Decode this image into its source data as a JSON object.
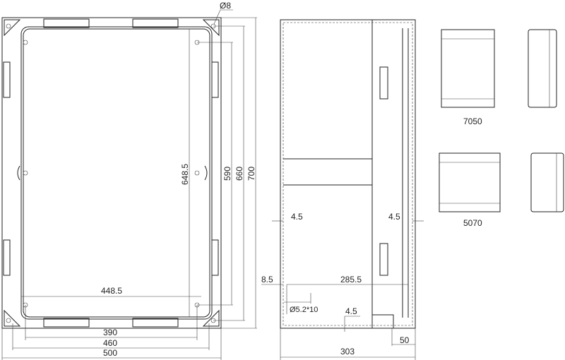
{
  "front_view": {
    "hole_label": "Ø8",
    "dim_648_5": "648.5",
    "dim_590": "590",
    "dim_660": "660",
    "dim_700": "700",
    "dim_448_5": "448.5",
    "dim_390": "390",
    "dim_460": "460",
    "dim_500": "500"
  },
  "side_view": {
    "dim_4_5_left": "4.5",
    "dim_4_5_right": "4.5",
    "dim_8_5": "8.5",
    "dim_285_5": "285.5",
    "hole_spec": "Ø5.2*10",
    "dim_4_5_bottom": "4.5",
    "dim_50": "50",
    "dim_303": "303"
  },
  "models": [
    {
      "label": "7050"
    },
    {
      "label": "5070"
    }
  ]
}
